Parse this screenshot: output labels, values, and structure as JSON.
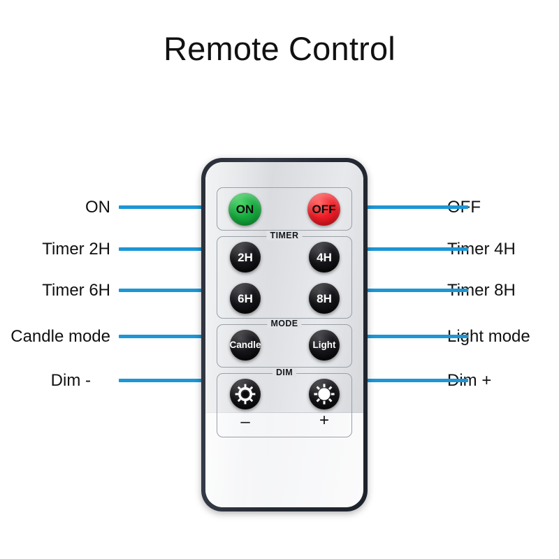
{
  "page": {
    "title": "Remote Control",
    "background": "#ffffff",
    "leader_color": "#1c96d4"
  },
  "remote": {
    "sections": [
      {
        "name": "power",
        "legend": ""
      },
      {
        "name": "timer",
        "legend": "TIMER"
      },
      {
        "name": "mode",
        "legend": "MODE"
      },
      {
        "name": "dim",
        "legend": "DIM"
      }
    ],
    "buttons": {
      "on": {
        "label": "ON",
        "color": "#16ab3e",
        "text_color": "#0b0b0b"
      },
      "off": {
        "label": "OFF",
        "color": "#f01d26",
        "text_color": "#0b0b0b"
      },
      "timer2": {
        "label": "2H",
        "color": "#121215",
        "text_color": "#ffffff"
      },
      "timer4": {
        "label": "4H",
        "color": "#121215",
        "text_color": "#ffffff"
      },
      "timer6": {
        "label": "6H",
        "color": "#121215",
        "text_color": "#ffffff"
      },
      "timer8": {
        "label": "8H",
        "color": "#121215",
        "text_color": "#ffffff"
      },
      "candle": {
        "label": "Candle",
        "color": "#121215",
        "text_color": "#ffffff"
      },
      "light": {
        "label": "Light",
        "color": "#121215",
        "text_color": "#ffffff"
      },
      "dim_minus": {
        "icon": "sun-dim-icon",
        "sign": "–",
        "color": "#121215"
      },
      "dim_plus": {
        "icon": "sun-bright-icon",
        "sign": "+",
        "color": "#121215"
      }
    }
  },
  "callouts": {
    "left": [
      {
        "key": "on",
        "text": "ON"
      },
      {
        "key": "timer2",
        "text": "Timer 2H"
      },
      {
        "key": "timer6",
        "text": "Timer 6H"
      },
      {
        "key": "candle",
        "text": "Candle mode"
      },
      {
        "key": "dim_minus",
        "text": "Dim -"
      }
    ],
    "right": [
      {
        "key": "off",
        "text": "OFF"
      },
      {
        "key": "timer4",
        "text": "Timer 4H"
      },
      {
        "key": "timer8",
        "text": "Timer 8H"
      },
      {
        "key": "light",
        "text": "Light mode"
      },
      {
        "key": "dim_plus",
        "text": "Dim +"
      }
    ]
  }
}
